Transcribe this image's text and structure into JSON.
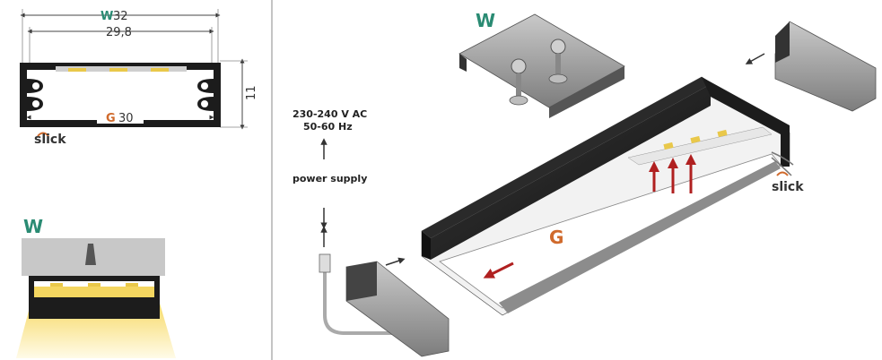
{
  "profile": {
    "width_label": "32",
    "inner_width_label": "29,8",
    "base_width_label": "30",
    "height_label": "11",
    "label_w": "W",
    "label_g": "G",
    "brand": "slick"
  },
  "lighting": {
    "label_w": "W"
  },
  "assembly": {
    "label_w": "W",
    "label_g": "G",
    "voltage": "230-240 V AC",
    "frequency": "50-60 Hz",
    "power_supply": "power supply",
    "brand": "slick"
  },
  "colors": {
    "profile": "#1c1c1c",
    "led": "#e9c84a",
    "mount": "#9a9a9a",
    "arrow_red": "#b02020",
    "w_label": "#2a8b73",
    "g_label": "#d06a2c"
  }
}
